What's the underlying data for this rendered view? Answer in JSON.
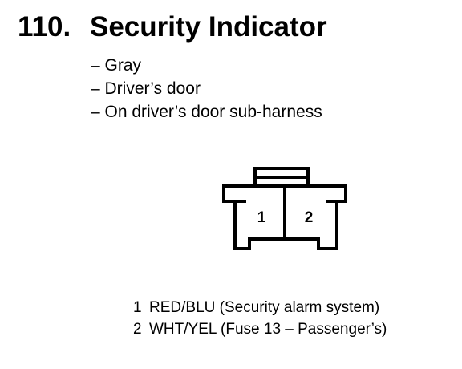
{
  "header": {
    "number": "110.",
    "title": "Security Indicator"
  },
  "details": [
    "– Gray",
    "– Driver’s door",
    "– On driver’s door sub-harness"
  ],
  "connector": {
    "pins": [
      "1",
      "2"
    ]
  },
  "pinout": [
    {
      "pin": "1",
      "desc": "RED/BLU (Security alarm system)"
    },
    {
      "pin": "2",
      "desc": "WHT/YEL (Fuse 13 – Passenger’s)"
    }
  ]
}
